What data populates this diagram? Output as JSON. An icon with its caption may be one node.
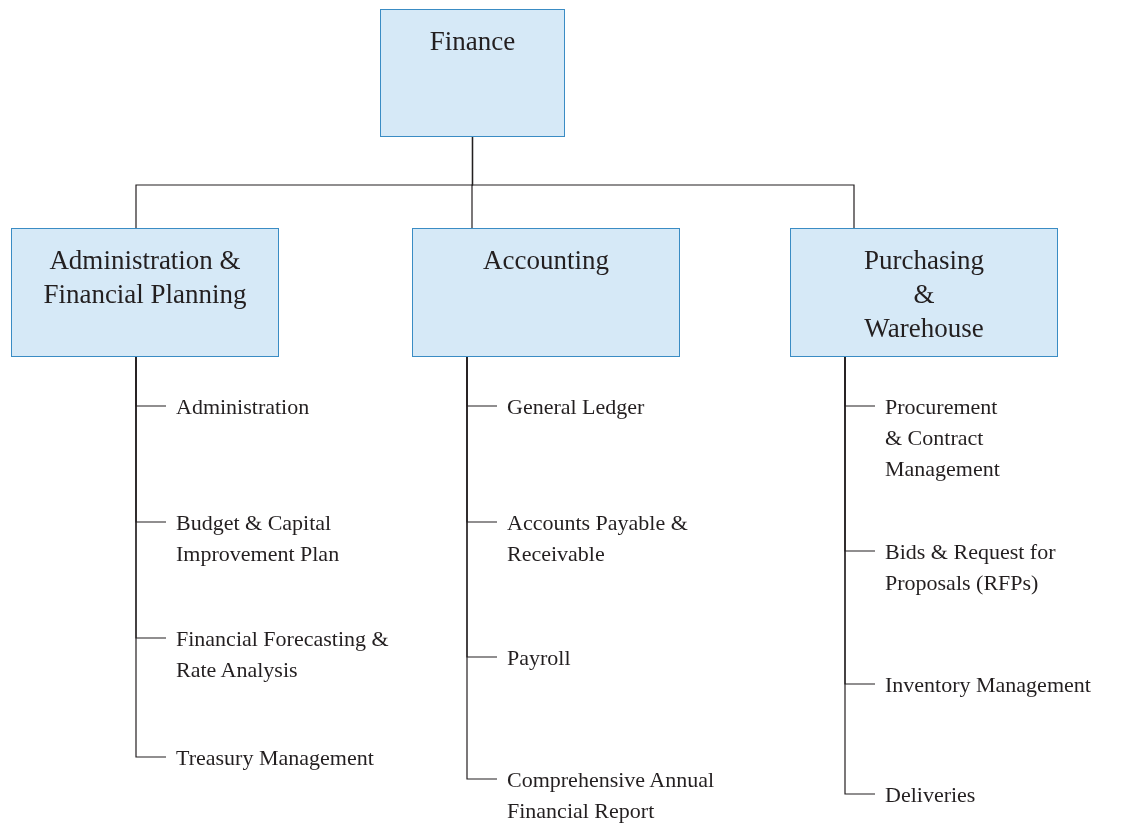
{
  "diagram": {
    "nodes": [
      {
        "text": [
          "Finance"
        ]
      },
      {
        "text": [
          "Administration & Financial Planning"
        ]
      },
      {
        "text": [
          "Accounting"
        ]
      },
      {
        "text": [
          "Purchasing & Warehouse"
        ]
      },
      {
        "text": [
          "Administration"
        ]
      },
      {
        "text": [
          "Budget & Capital Improvement Plan"
        ]
      },
      {
        "text": [
          "Financial Forecasting & Rate Analysis"
        ]
      },
      {
        "text": [
          "Treasury Management"
        ]
      },
      {
        "text": [
          "General Ledger"
        ]
      },
      {
        "text": [
          "Accounts Payable & Receivable"
        ]
      },
      {
        "text": [
          "Payroll"
        ]
      },
      {
        "text": [
          "Comprehensive Annual Financial Report"
        ]
      },
      {
        "text": [
          "Procurement & Contract Management"
        ]
      },
      {
        "text": [
          "Bids & Request for Proposals (RFPs)"
        ]
      },
      {
        "text": [
          "Inventory Management"
        ]
      },
      {
        "text": [
          "Deliveries"
        ]
      }
    ],
    "edges": [
      {
        "from": 0,
        "to": 1,
        "arrow": "none"
      },
      {
        "from": 0,
        "to": 2,
        "arrow": "none"
      },
      {
        "from": 0,
        "to": 3,
        "arrow": "none"
      },
      {
        "from": 1,
        "to": 4,
        "arrow": "none"
      },
      {
        "from": 1,
        "to": 5,
        "arrow": "none"
      },
      {
        "from": 1,
        "to": 6,
        "arrow": "none"
      },
      {
        "from": 1,
        "to": 7,
        "arrow": "none"
      },
      {
        "from": 2,
        "to": 8,
        "arrow": "none"
      },
      {
        "from": 2,
        "to": 9,
        "arrow": "none"
      },
      {
        "from": 2,
        "to": 10,
        "arrow": "none"
      },
      {
        "from": 2,
        "to": 11,
        "arrow": "none"
      },
      {
        "from": 3,
        "to": 12,
        "arrow": "none"
      },
      {
        "from": 3,
        "to": 13,
        "arrow": "none"
      },
      {
        "from": 3,
        "to": 14,
        "arrow": "none"
      },
      {
        "from": 3,
        "to": 15,
        "arrow": "none"
      }
    ]
  }
}
